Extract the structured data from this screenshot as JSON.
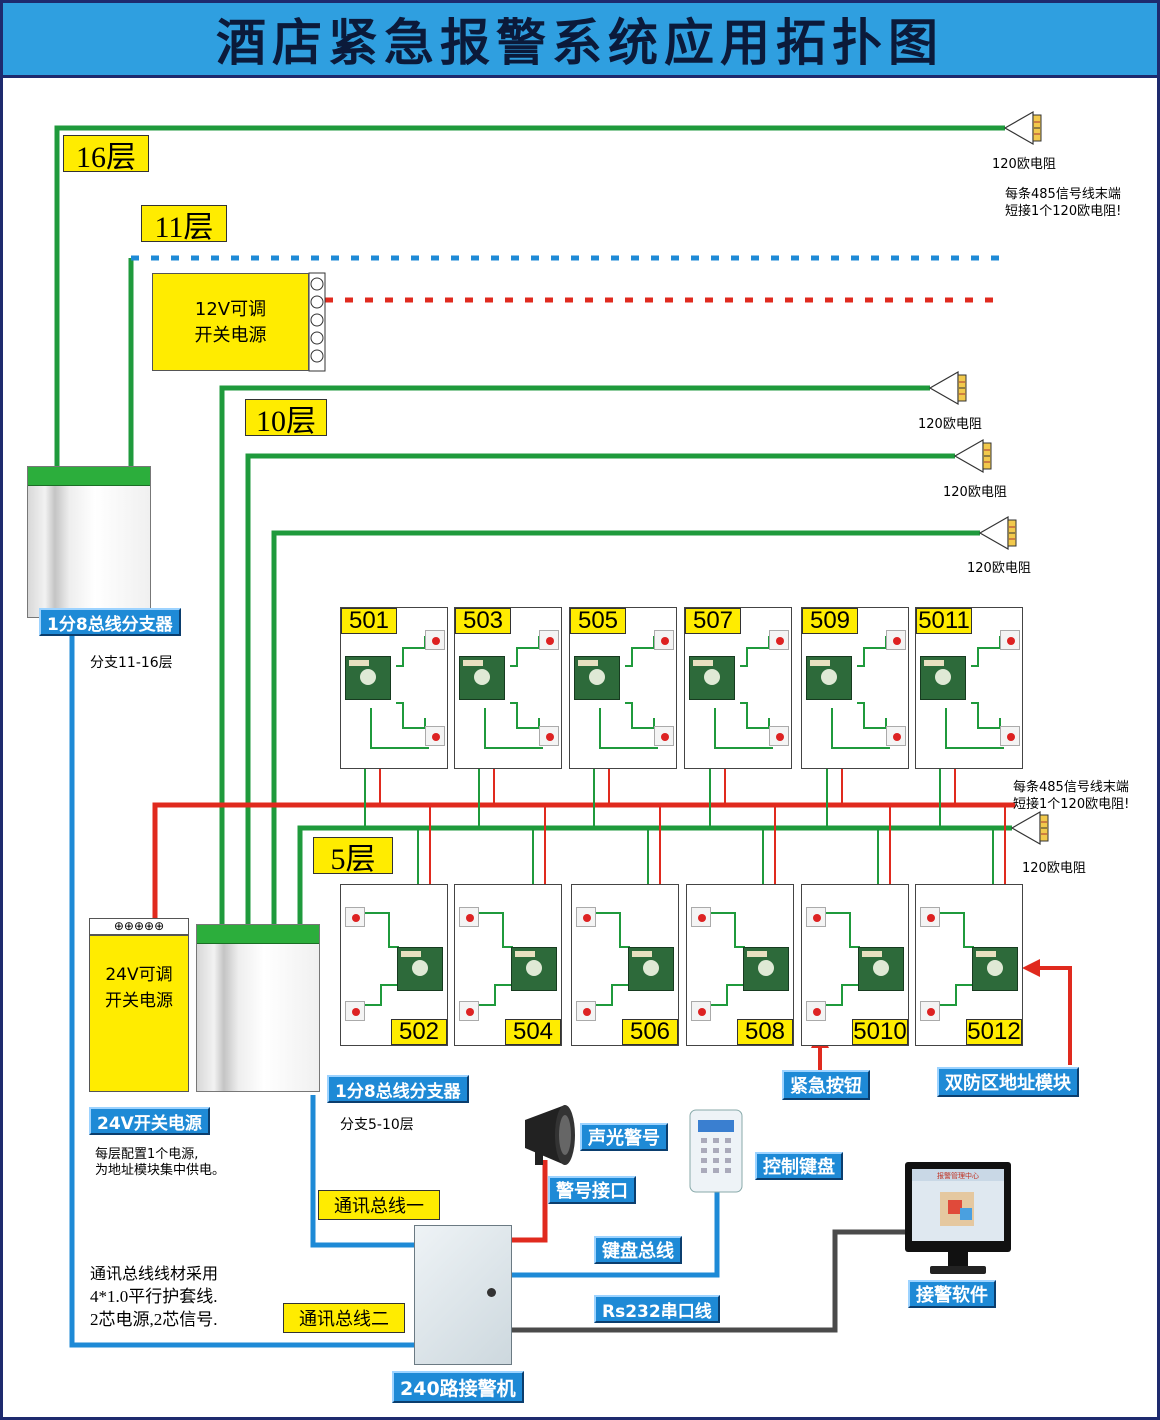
{
  "title": "酒店紧急报警系统应用拓扑图",
  "floors": {
    "f16": "16层",
    "f11": "11层",
    "f10": "10层",
    "f5": "5层"
  },
  "psu12": {
    "line1": "12V可调",
    "line2": "开关电源"
  },
  "psu24": {
    "line1": "24V可调",
    "line2": "开关电源",
    "label": "24V开关电源",
    "note1": "每层配置1个电源,",
    "note2": "为地址模块集中供电。"
  },
  "resistor_label": "120欧电阻",
  "resistor_note": {
    "line1": "每条485信号线末端",
    "line2": "短接1个120欧电阻!"
  },
  "splitter1": {
    "label": "1分8总线分支器",
    "sub": "分支11-16层"
  },
  "splitter2": {
    "label": "1分8总线分支器",
    "sub": "分支5-10层"
  },
  "rooms_top": [
    "501",
    "503",
    "505",
    "507",
    "509",
    "5011"
  ],
  "rooms_bottom": [
    "502",
    "504",
    "506",
    "508",
    "5010",
    "5012"
  ],
  "labels": {
    "emergency_button": "紧急按钮",
    "dual_zone_module": "双防区地址模块",
    "siren": "声光警号",
    "siren_port": "警号接口",
    "keypad": "控制键盘",
    "keypad_bus": "键盘总线",
    "bus1": "通讯总线一",
    "bus2": "通讯总线二",
    "rs232": "Rs232串口线",
    "software": "接警软件",
    "host": "240路接警机"
  },
  "cable_note": {
    "line1": "通讯总线线材采用",
    "line2": "4*1.0平行护套线.",
    "line3": "2芯电源,2芯信号."
  },
  "screen_title": "报警管理中心",
  "colors": {
    "green": "#1f9a3c",
    "blue": "#1e8ad6",
    "red": "#e02a1e",
    "dark": "#4a4a4a",
    "yellow": "#ffec00"
  }
}
